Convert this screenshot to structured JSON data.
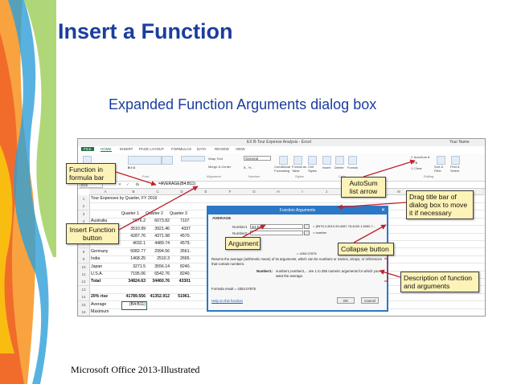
{
  "slide": {
    "title": "Insert a Function",
    "subtitle": "Expanded Function Arguments dialog box",
    "footer": "Microsoft Office 2013-Illustrated"
  },
  "excel": {
    "window_title": "EX B-Tour Expense Analysis - Excel",
    "user": "Your Name",
    "tabs": [
      "FILE",
      "HOME",
      "INSERT",
      "PAGE LAYOUT",
      "FORMULAS",
      "DATA",
      "REVIEW",
      "VIEW"
    ],
    "active_tab": "HOME",
    "ribbon_groups": [
      "Clipboard",
      "Font",
      "Alignment",
      "Number",
      "Styles",
      "Cells",
      "Editing"
    ],
    "ribbon": {
      "wrap_text": "Wrap Text",
      "merge_center": "Merge & Center",
      "number_format": "General",
      "conditional_formatting": "Conditional Formatting",
      "format_as_table": "Format as Table",
      "cell_styles": "Cell Styles",
      "insert": "Insert",
      "delete": "Delete",
      "format": "Format",
      "autosum": "AutoSum",
      "fill": "Fill",
      "clear": "Clear",
      "sort_filter": "Sort & Filter",
      "find_select": "Find & Select"
    },
    "name_box": "B15",
    "formula": "=AVERAGE(B4:B11)",
    "columns": [
      "A",
      "B",
      "C",
      "D",
      "E",
      "F",
      "G",
      "H",
      "I",
      "J",
      "K",
      "L",
      "M",
      "N",
      "O",
      "P"
    ],
    "rows": [
      {
        "num": "1",
        "cells": [
          "Tour Expenses by Quarter, FY 2016",
          "",
          "",
          ""
        ]
      },
      {
        "num": "2",
        "cells": [
          "",
          "",
          "",
          ""
        ]
      },
      {
        "num": "3",
        "cells": [
          "",
          "Quarter 1",
          "Quarter 2",
          "Quarter 3"
        ]
      },
      {
        "num": "4",
        "cells": [
          "Australia",
          "5976.2",
          "6073.82",
          "7107."
        ]
      },
      {
        "num": "5",
        "cells": [
          "Britain",
          "3510.99",
          "3921.46",
          "4337"
        ]
      },
      {
        "num": "6",
        "cells": [
          "Canada",
          "4287.76",
          "4371.98",
          "4570."
        ]
      },
      {
        "num": "7",
        "cells": [
          "France",
          "4032.1",
          "4489.74",
          "4579."
        ]
      },
      {
        "num": "8",
        "cells": [
          "Germany",
          "5082.77",
          "2994.56",
          "3561."
        ]
      },
      {
        "num": "9",
        "cells": [
          "India",
          "1468.25",
          "2510.3",
          "2665."
        ]
      },
      {
        "num": "10",
        "cells": [
          "Japan",
          "3271.5",
          "3556.14",
          "8240."
        ]
      },
      {
        "num": "11",
        "cells": [
          "U.S.A.",
          "7195.06",
          "6542.76",
          "8240."
        ]
      },
      {
        "num": "12",
        "cells": [
          "Total",
          "34824.63",
          "34460.76",
          "43301"
        ]
      },
      {
        "num": "13",
        "cells": [
          "",
          "",
          "",
          ""
        ]
      },
      {
        "num": "14",
        "cells": [
          "20% rise",
          "41789.556",
          "41352.912",
          "51961."
        ]
      },
      {
        "num": "15",
        "cells": [
          "Average",
          "(B4:B11)",
          "",
          ""
        ]
      },
      {
        "num": "16",
        "cells": [
          "Maximum",
          "",
          "",
          ""
        ]
      }
    ]
  },
  "dialog": {
    "title": "Function Arguments",
    "function_name": "AVERAGE",
    "number1_label": "Number1",
    "number1_value": "B4:B11",
    "number1_result": "= {5976.2;3510.99;4287.76;4032.1;5082.7...",
    "number2_label": "Number2",
    "number2_result": "= number",
    "result_preview": "= 4353.07875",
    "description": "Returns the average (arithmetic mean) of its arguments, which can be numbers or names, arrays, or references that contain numbers.",
    "arg_help_label": "Number1:",
    "arg_help": "number1,number2,... are 1 to 255 numeric arguments for which you want the average.",
    "formula_result_label": "Formula result =",
    "formula_result_value": "4353.07875",
    "help_link": "Help on this function",
    "ok": "OK",
    "cancel": "Cancel"
  },
  "callouts": {
    "function_in_formula_bar": "Function in formula bar",
    "insert_function_button": "Insert Function button",
    "argument": "Argument",
    "autosum_arrow": "AutoSum list arrow",
    "drag_title_bar": "Drag title bar of dialog box to move it if necessary",
    "collapse_button": "Collapse button",
    "description": "Description of function and arguments"
  },
  "colors": {
    "title_blue": "#1b3d9e",
    "callout_fill": "#fdf3b8",
    "excel_green": "#217346",
    "dialog_border": "#2b78c6"
  }
}
